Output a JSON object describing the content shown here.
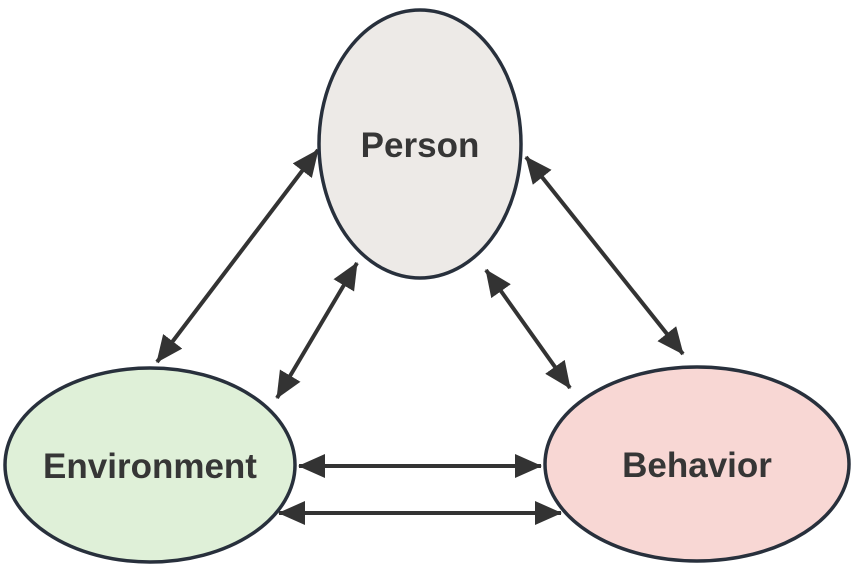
{
  "diagram": {
    "name": "triadic-reciprocal-causation",
    "background_color": "#ffffff",
    "node_stroke_color": "#28303c",
    "arrow_color": "#333333",
    "nodes": {
      "person": {
        "label": "Person",
        "fill": "#edeae7",
        "text_color": "#363636",
        "position": "top-center"
      },
      "environment": {
        "label": "Environment",
        "fill": "#dff0d8",
        "text_color": "#363636",
        "position": "bottom-left"
      },
      "behavior": {
        "label": "Behavior",
        "fill": "#f8d7d4",
        "text_color": "#363636",
        "position": "bottom-right"
      }
    },
    "edges": [
      {
        "from": "person",
        "to": "environment",
        "direction": "bidirectional",
        "track": "outer"
      },
      {
        "from": "person",
        "to": "environment",
        "direction": "bidirectional",
        "track": "inner"
      },
      {
        "from": "person",
        "to": "behavior",
        "direction": "bidirectional",
        "track": "outer"
      },
      {
        "from": "person",
        "to": "behavior",
        "direction": "bidirectional",
        "track": "inner"
      },
      {
        "from": "environment",
        "to": "behavior",
        "direction": "bidirectional",
        "track": "upper"
      },
      {
        "from": "environment",
        "to": "behavior",
        "direction": "bidirectional",
        "track": "lower"
      }
    ]
  }
}
